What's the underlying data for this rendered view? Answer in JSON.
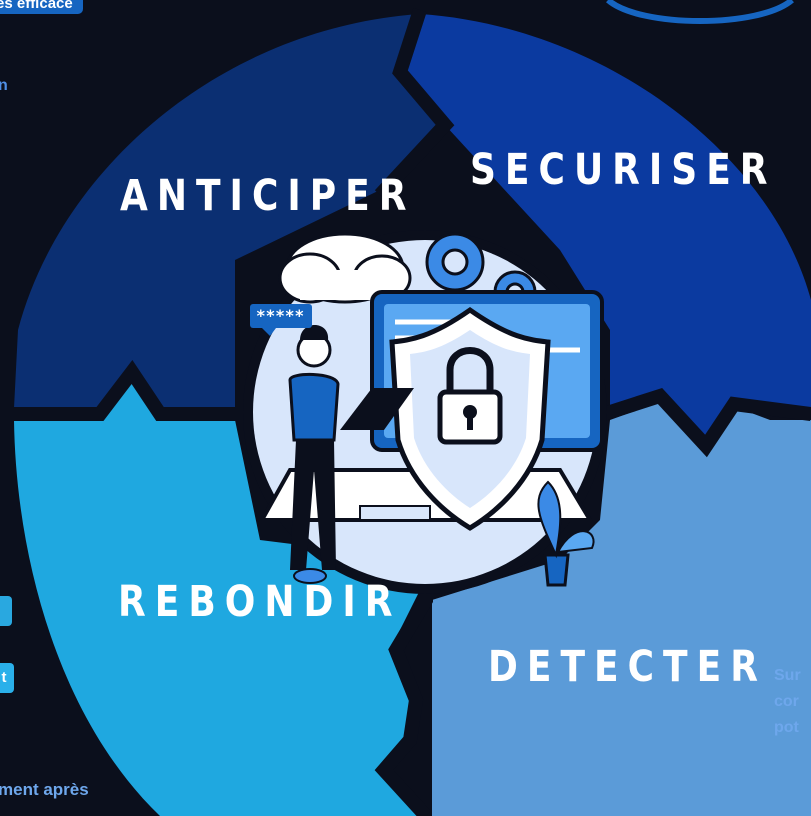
{
  "colors": {
    "background": "#0b0f1c",
    "anticiper": "#0b2f72",
    "securiser": "#0b3aa0",
    "rebondir": "#1fa8e0",
    "detecter": "#5b9bd8",
    "accent": "#1665c1"
  },
  "header": {
    "badge_text": "es efficace",
    "side_letter": "n"
  },
  "quadrants": {
    "anticiper": "ANTICIPER",
    "securiser": "SECURISER",
    "rebondir": "REBONDIR",
    "detecter": "DETECTER"
  },
  "left_column": {
    "chip_1": "",
    "chip_2": "t",
    "bottom_text": "ment après"
  },
  "right_column": {
    "line_1": "Sur",
    "line_2": "cor",
    "line_3": "pot"
  },
  "illustration": {
    "password_bubble": "*****",
    "icons": [
      "cloud-icon",
      "gears-icon",
      "shield-lock-icon",
      "laptop-icon",
      "person-icon",
      "plant-icon"
    ]
  }
}
